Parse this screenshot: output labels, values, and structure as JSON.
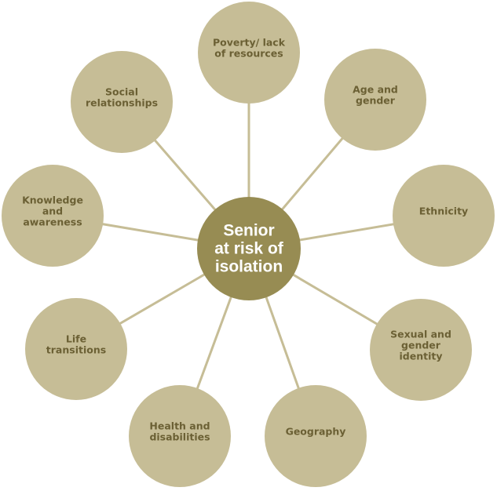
{
  "colors": {
    "outer_fill": "#c6bd96",
    "center_fill": "#978c53",
    "line": "#c6bd96",
    "outer_text": "#6b6034",
    "center_text": "#ffffff"
  },
  "center": {
    "lines": [
      "Senior",
      "at risk  of",
      "isolation"
    ]
  },
  "factors": [
    {
      "id": "poverty",
      "lines": [
        "Poverty/ lack",
        "of resources"
      ]
    },
    {
      "id": "age-gender",
      "lines": [
        "Age and",
        "gender"
      ]
    },
    {
      "id": "ethnicity",
      "lines": [
        "Ethnicity"
      ]
    },
    {
      "id": "sexual-gender-identity",
      "lines": [
        "Sexual and",
        "gender",
        "identity"
      ]
    },
    {
      "id": "geography",
      "lines": [
        "Geography"
      ]
    },
    {
      "id": "health-disabilities",
      "lines": [
        "Health and",
        "disabilities"
      ]
    },
    {
      "id": "life-transitions",
      "lines": [
        "Life",
        "transitions"
      ]
    },
    {
      "id": "knowledge-awareness",
      "lines": [
        "Knowledge",
        "and",
        "awareness"
      ]
    },
    {
      "id": "social-relationships",
      "lines": [
        "Social",
        "relationships"
      ]
    }
  ]
}
